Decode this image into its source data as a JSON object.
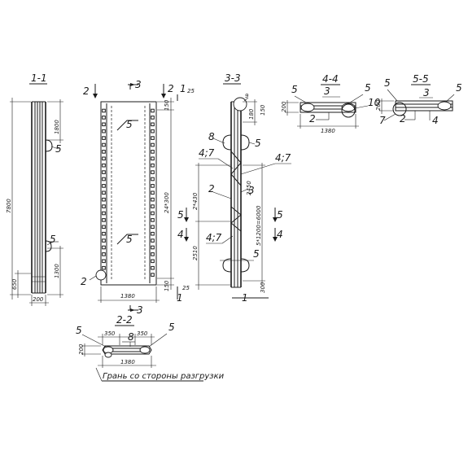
{
  "sections": {
    "s11": "1-1",
    "s33": "3-3",
    "s44": "4-4",
    "s55": "5-5",
    "s22": "2-2"
  },
  "cut_marks": {
    "c2": "2",
    "c3": "3",
    "c1": "1",
    "c4": "4",
    "c5": "5"
  },
  "callouts": {
    "n2": "2",
    "n3": "3",
    "n4": "4",
    "n5": "5",
    "n7": "7",
    "n8": "8",
    "n9": "9",
    "n10": "10",
    "r47": "4;7"
  },
  "dims": {
    "d7800": "7800",
    "d1800": "1800",
    "d1300": "1300",
    "d650": "650",
    "d200": "200",
    "d1380": "1380",
    "d24x300": "24*300",
    "d150": "150",
    "d25": "25",
    "d350": "350",
    "d200b": "200",
    "d180": "180",
    "d5x1200": "5*1200=6000",
    "d2450": "2450",
    "d2430": "2*430",
    "d2510": "2510",
    "d300": "300",
    "d200c": "200",
    "d1380b": "1380"
  },
  "notes": {
    "face_note": "Грань со стороны разгрузки"
  }
}
